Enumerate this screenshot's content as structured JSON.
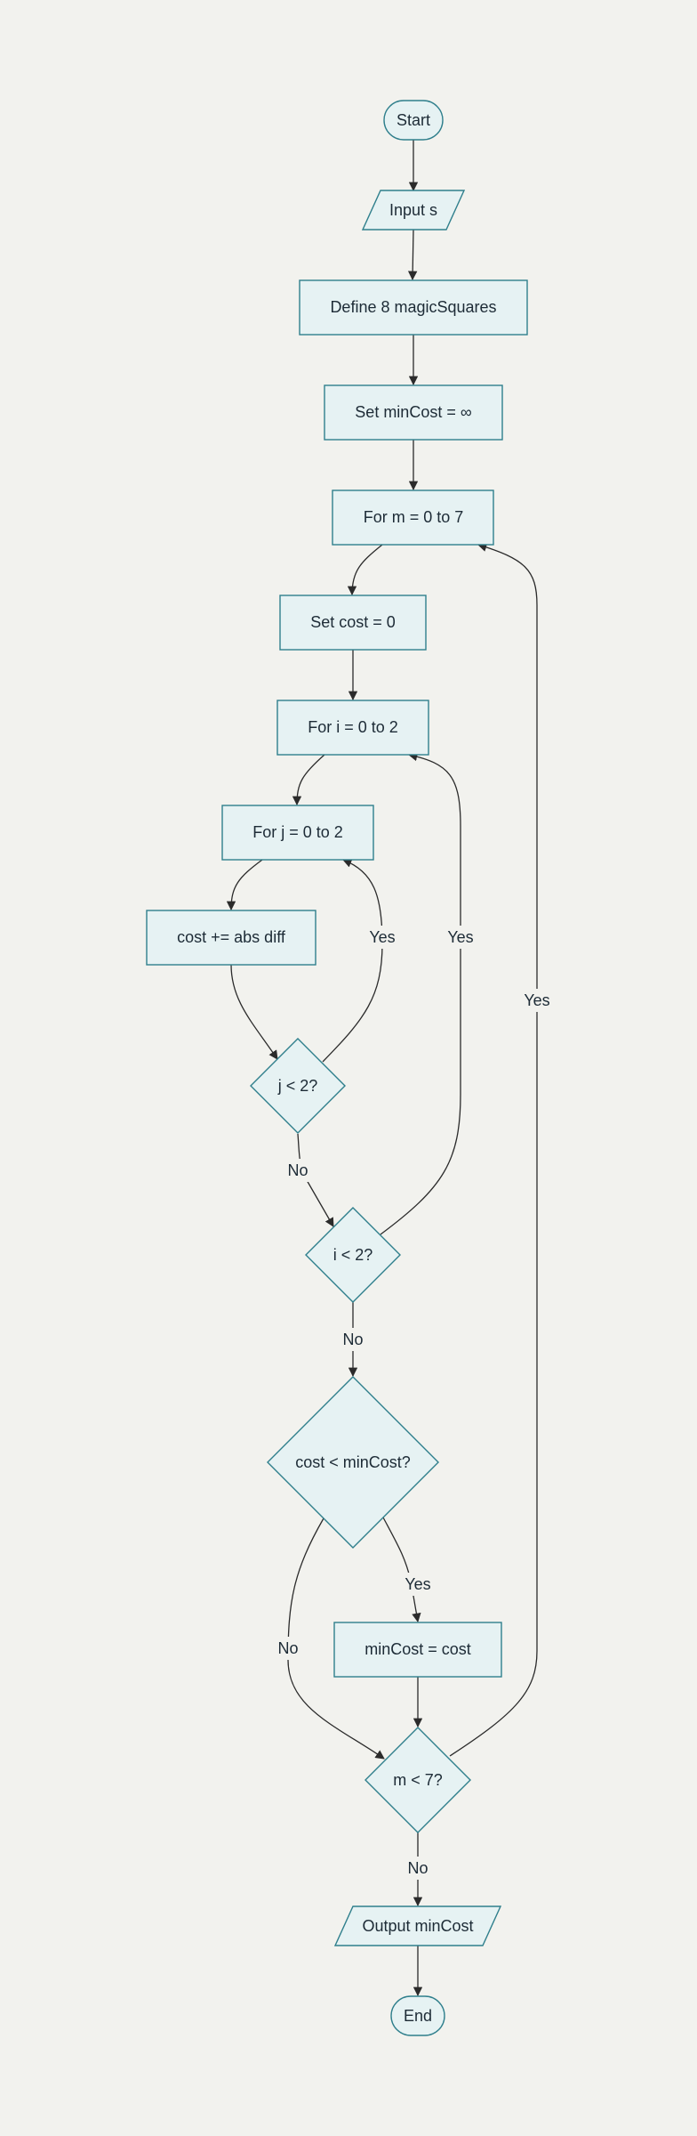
{
  "nodes": {
    "start": "Start",
    "input": "Input s",
    "define": "Define 8 magicSquares",
    "set_min": "Set minCost = ∞",
    "for_m": "For m = 0 to 7",
    "set_cost": "Set cost = 0",
    "for_i": "For i = 0 to 2",
    "for_j": "For j = 0 to 2",
    "cost_add": "cost += abs diff",
    "j_check": "j < 2?",
    "i_check": "i < 2?",
    "cost_check": "cost < minCost?",
    "min_assign": "minCost = cost",
    "m_check": "m < 7?",
    "output": "Output minCost",
    "end": "End"
  },
  "edge_labels": {
    "j_yes": "Yes",
    "i_yes": "Yes",
    "m_yes": "Yes",
    "j_no": "No",
    "i_no": "No",
    "cost_yes": "Yes",
    "cost_no": "No",
    "m_no": "No"
  },
  "colors": {
    "background": "#f2f2ee",
    "node_fill": "#e6f2f3",
    "node_stroke": "#2f7f8c",
    "edge": "#2b2b2b",
    "text": "#1d2b36"
  }
}
